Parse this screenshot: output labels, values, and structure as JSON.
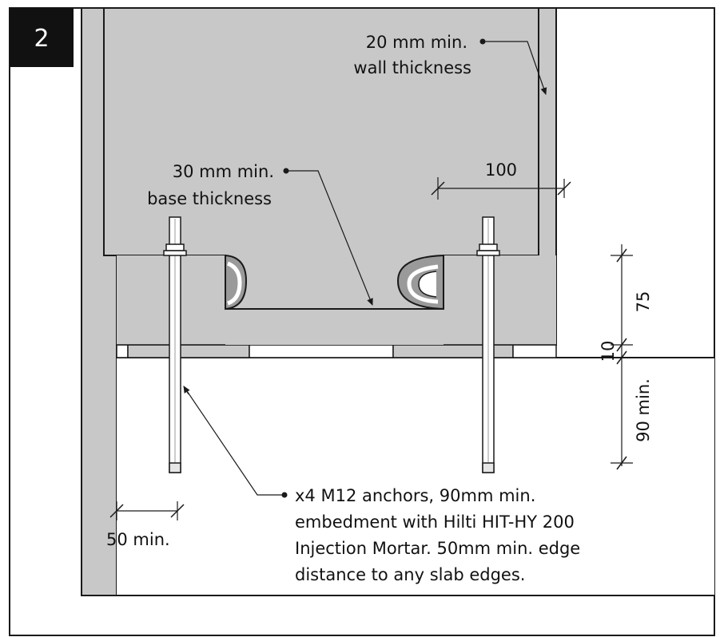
{
  "detail_number": "2",
  "labels": {
    "wall_thickness": [
      "20 mm min.",
      "wall thickness"
    ],
    "base_thickness": [
      "30 mm min.",
      "base thickness"
    ],
    "anchors_note": [
      "x4 M12 anchors, 90mm min.",
      "embedment with Hilti HIT-HY 200",
      "Injection Mortar. 50mm min. edge",
      "distance to any slab edges."
    ]
  },
  "dimensions": {
    "anchor_spacing_from_wall": "100",
    "base_height": "75",
    "grout_gap": "10",
    "embedment_depth": "90 min.",
    "edge_distance": "50 min."
  },
  "colors": {
    "concrete_grey": "#c8c8c8",
    "dark_grey": "#9a9a9a",
    "line": "#1a1a1a",
    "badge": "#111111"
  }
}
